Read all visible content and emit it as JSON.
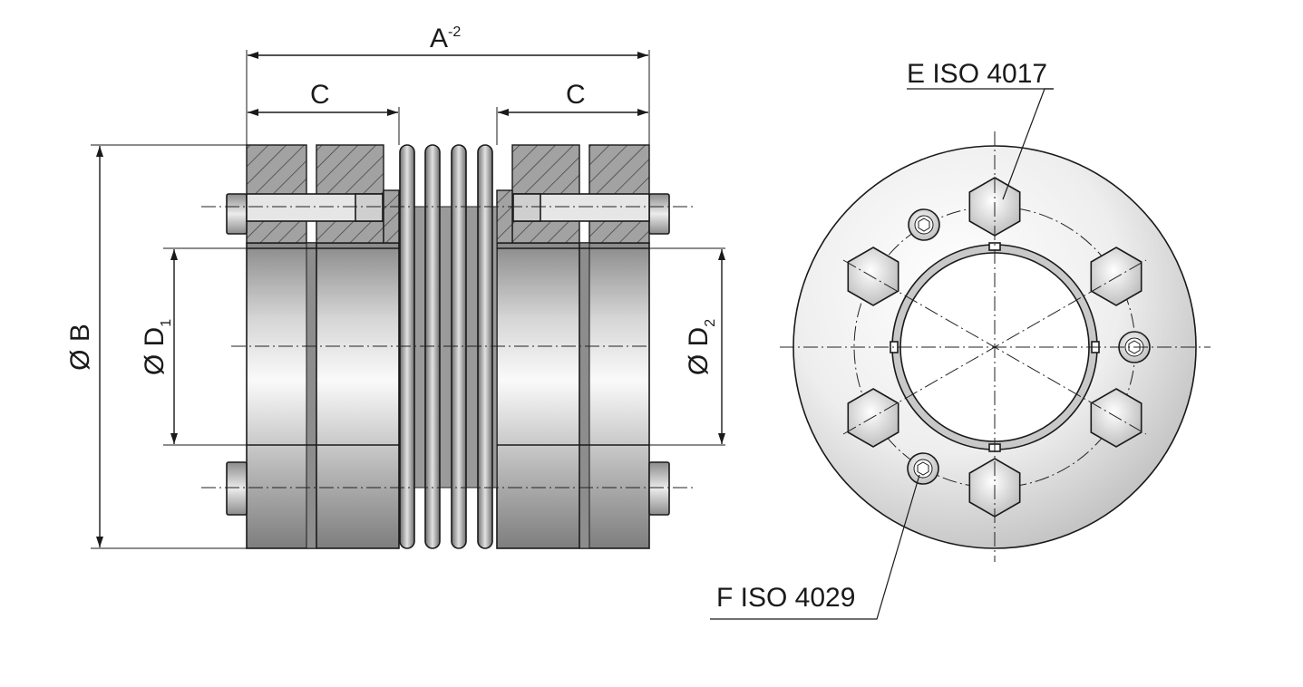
{
  "labels": {
    "overall_length": "A",
    "overall_length_sup": "-2",
    "clamp_length_left": "C",
    "clamp_length_right": "C",
    "outer_diameter": "Ø B",
    "bore_left": "Ø D",
    "bore_left_sub": "1",
    "bore_right": "Ø D",
    "bore_right_sub": "2",
    "screw_e": "E ISO 4017",
    "screw_f": "F ISO 4029"
  },
  "colors": {
    "line": "#1a1a1a",
    "metal_light": "#f4f4f4",
    "metal_mid": "#c4c4c4",
    "metal_dark": "#7a7a7a",
    "hatch_fill": "#9a9a9a"
  }
}
